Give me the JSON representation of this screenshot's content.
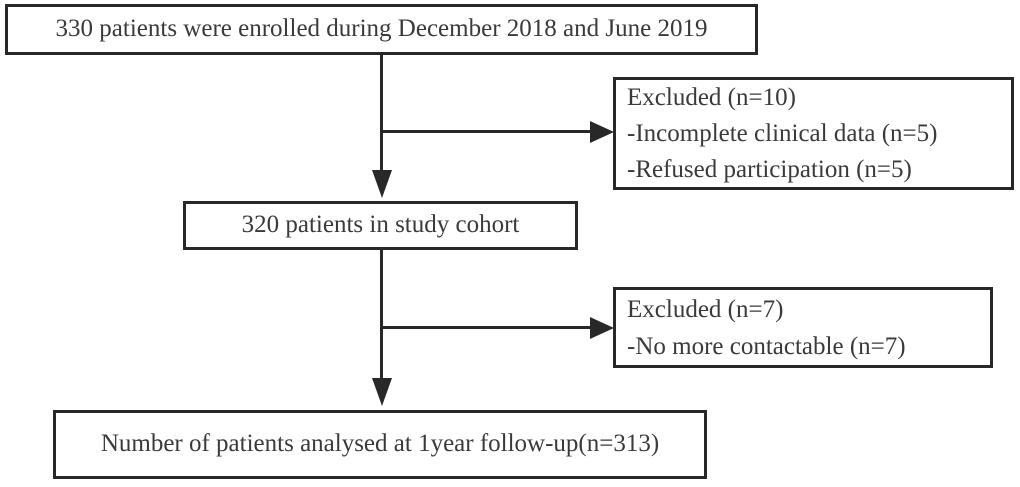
{
  "flowchart": {
    "boxes": {
      "enrolled": {
        "text": "330 patients were enrolled during December 2018 and June 2019"
      },
      "excluded1": {
        "lines": [
          "Excluded (n=10)",
          "-Incomplete clinical data (n=5)",
          "-Refused participation (n=5)"
        ]
      },
      "cohort": {
        "text": "320 patients in study cohort"
      },
      "excluded2": {
        "lines": [
          "Excluded (n=7)",
          "-No more contactable (n=7)"
        ]
      },
      "analysed": {
        "text": "Number of patients analysed at 1year follow-up(n=313)"
      }
    },
    "counts": {
      "enrolled": 330,
      "excluded_first": 10,
      "incomplete_clinical_data": 5,
      "refused_participation": 5,
      "study_cohort": 320,
      "excluded_second": 7,
      "no_more_contactable": 7,
      "analysed_at_1year": 313
    },
    "colors": {
      "line": "#282828",
      "text": "#3a3a3a",
      "background": "#ffffff"
    }
  }
}
